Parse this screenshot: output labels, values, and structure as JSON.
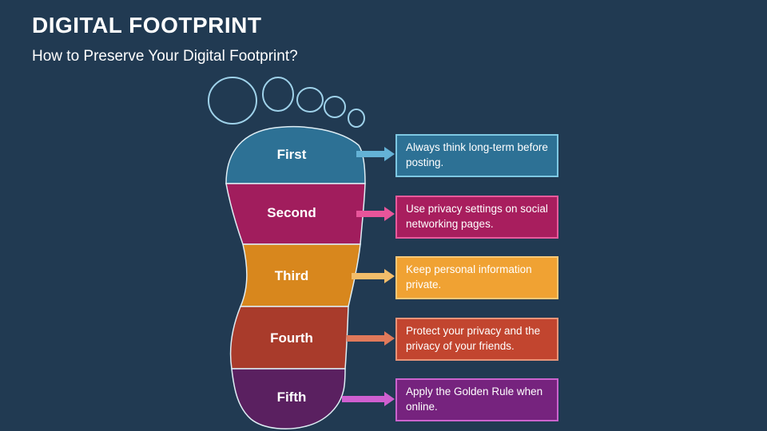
{
  "slide": {
    "title": "DIGITAL FOOTPRINT",
    "subtitle": "How to Preserve Your Digital Footprint?",
    "background_color": "#213a52",
    "text_color": "#ffffff"
  },
  "diagram": {
    "type": "footprint-process",
    "description": "Foot-shaped graphic split into five colored segments, each pointing with an arrow to a tip box",
    "steps": [
      {
        "label": "First",
        "text": "Always think long-term before posting.",
        "colors": {
          "segment": "#2d7195",
          "box_fill": "#2d7195",
          "box_border": "#7ec8e3",
          "arrow": "#64b2d6"
        }
      },
      {
        "label": "Second",
        "text": "Use privacy settings on social networking pages.",
        "colors": {
          "segment": "#a11d5d",
          "box_fill": "#a81e5e",
          "box_border": "#e85a9c",
          "arrow": "#e8559a"
        }
      },
      {
        "label": "Third",
        "text": "Keep personal information private.",
        "colors": {
          "segment": "#d8871d",
          "box_fill": "#f0a233",
          "box_border": "#f6c878",
          "arrow": "#f3bd6a"
        }
      },
      {
        "label": "Fourth",
        "text": "Protect your privacy and the privacy of your friends.",
        "colors": {
          "segment": "#a93b2b",
          "box_fill": "#c2452f",
          "box_border": "#e89478",
          "arrow": "#e0795a"
        }
      },
      {
        "label": "Fifth",
        "text": "Apply the Golden Rule when online.",
        "colors": {
          "segment": "#5a2060",
          "box_fill": "#76237e",
          "box_border": "#cb63ce",
          "arrow": "#cf5fd0"
        }
      }
    ]
  }
}
